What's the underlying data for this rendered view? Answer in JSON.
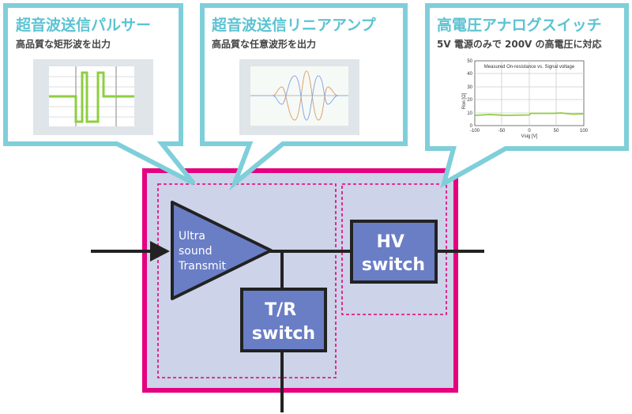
{
  "callouts": [
    {
      "title": "超音波送信パルサー",
      "subtitle": "高品質な矩形波を出力"
    },
    {
      "title": "超音波送信リニアアンプ",
      "subtitle": "高品質な任意波形を出力"
    },
    {
      "title": "高電圧アナログスイッチ",
      "subtitle": "5V 電源のみで 200V の高電圧に対応"
    }
  ],
  "onres_chart": {
    "title": "Measured On-resistance  vs. Signal voltage",
    "ylabel": "Ron [Ω]",
    "xlabel": "Vsig [V]",
    "yticks": [
      "0",
      "10",
      "20",
      "30",
      "40",
      "50"
    ],
    "xticks": [
      "-100",
      "-50",
      "0",
      "50",
      "100"
    ]
  },
  "blocks": {
    "amp": [
      "Ultra",
      "sound",
      "Transmit"
    ],
    "hv": [
      "HV",
      "switch"
    ],
    "tr": [
      "T/R",
      "switch"
    ]
  },
  "colors": {
    "callout_border": "#7fcfda",
    "title": "#5cc3d2",
    "chip_border": "#e4007f",
    "chip_fill": "#cdd3e8",
    "block_fill": "#6a7ec6"
  }
}
